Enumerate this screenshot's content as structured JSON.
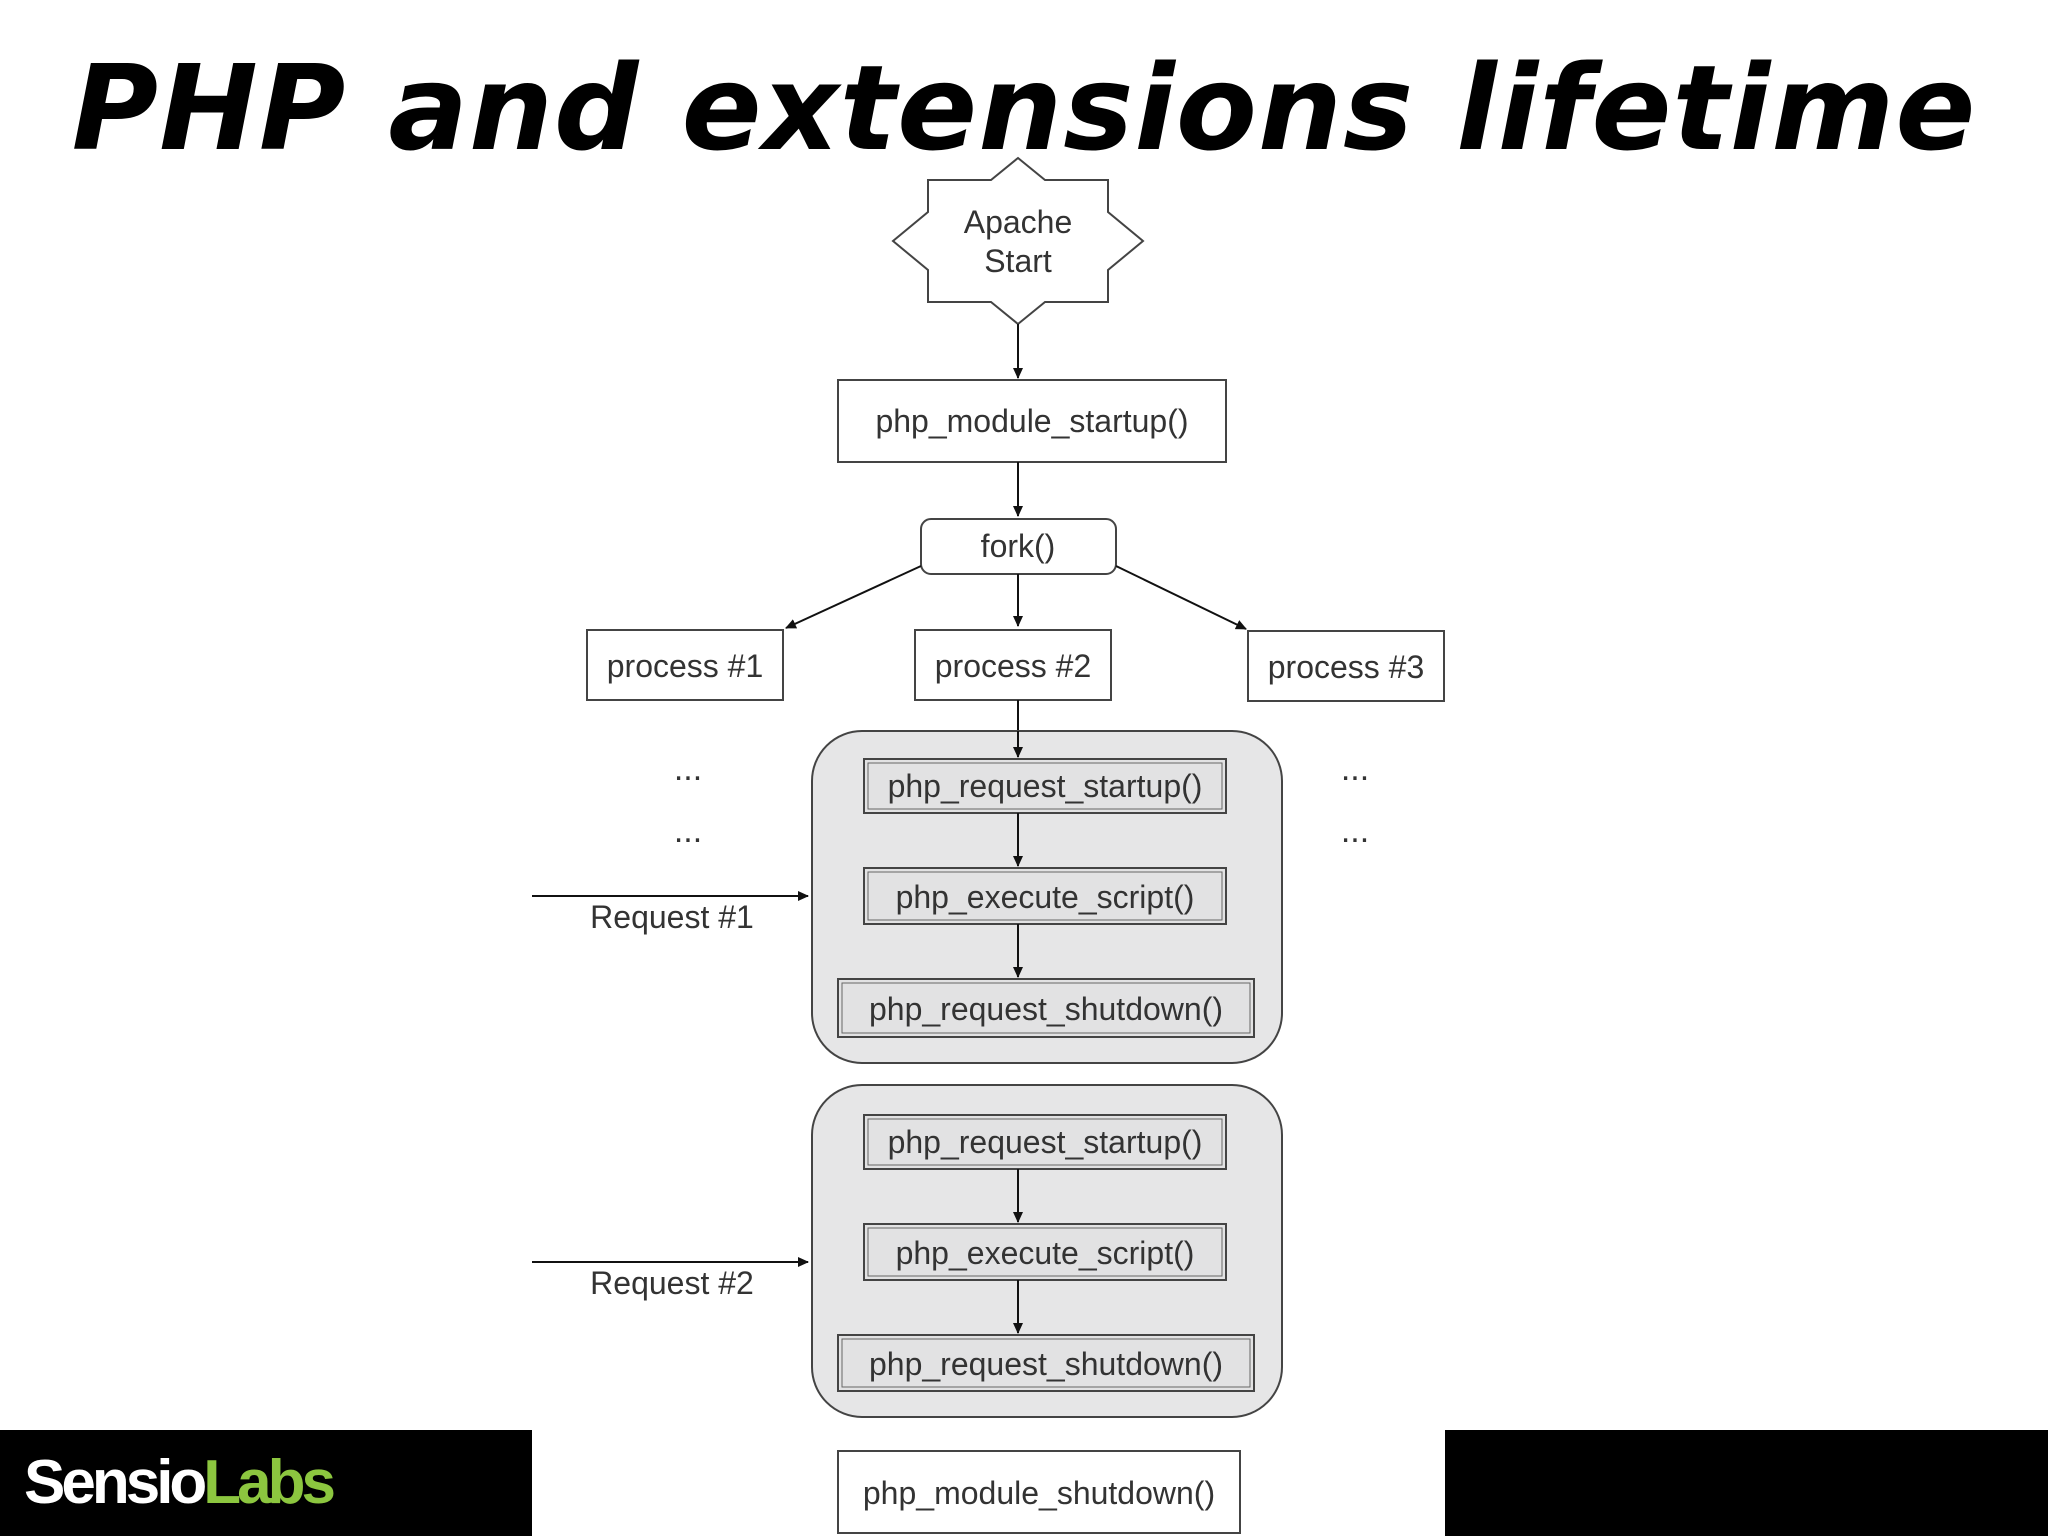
{
  "title": "PHP and extensions lifetime",
  "logo": {
    "part1": "Sensio",
    "part2": "Labs",
    "accent_color": "#8cc63f"
  },
  "diagram": {
    "start": {
      "line1": "Apache",
      "line2": "Start"
    },
    "module_startup": "php_module_startup()",
    "fork": "fork()",
    "processes": [
      "process #1",
      "process #2",
      "process #3"
    ],
    "ellipsis": "...",
    "requests": [
      {
        "label": "Request #1",
        "steps": [
          "php_request_startup()",
          "php_execute_script()",
          "php_request_shutdown()"
        ]
      },
      {
        "label": "Request #2",
        "steps": [
          "php_request_startup()",
          "php_execute_script()",
          "php_request_shutdown()"
        ]
      }
    ],
    "module_shutdown": "php_module_shutdown()"
  }
}
